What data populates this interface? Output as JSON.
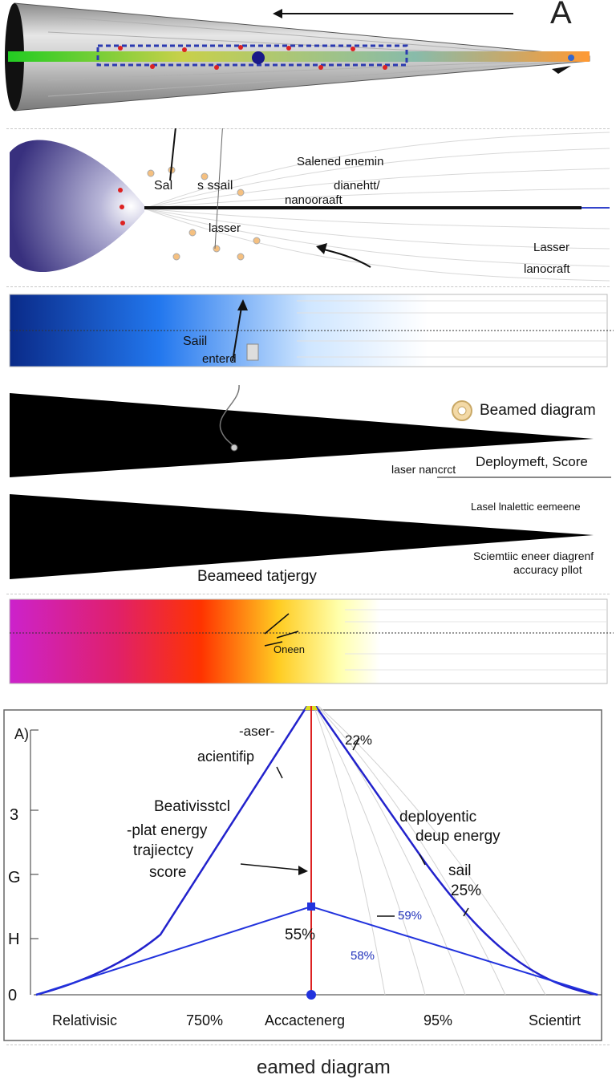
{
  "panel_a": {
    "corner_letter": "A"
  },
  "panel_b": {
    "labels": [
      "Salened enemin",
      "dianehtt/",
      "nanooraaft",
      "Sal",
      "s ssail",
      "lasser",
      "Lasser",
      "lanocraft"
    ]
  },
  "panel_c": {
    "labels": [
      "Saiil",
      "enterd"
    ]
  },
  "panel_d": {
    "labels": [
      "Beamed diagram",
      "laser nancrct",
      "Deploymeft, Score"
    ],
    "icon": "gear-icon"
  },
  "panel_e": {
    "labels": [
      "Lasel lnalettic eemeene",
      "Sciemtiic eneer diagrenf",
      "accuracy pllot",
      "Beameed tatjergy"
    ]
  },
  "panel_f": {
    "labels": [
      "Oneen"
    ]
  },
  "chart_data": {
    "type": "diagram",
    "y_tick_labels": [
      "A)",
      "3",
      "G",
      "H",
      "0"
    ],
    "x_tick_labels": [
      "Relativisic",
      "750%",
      "Accactenerg",
      "95%",
      "Scientirt"
    ],
    "annotations": [
      "-aser-",
      "acientifip",
      "22%",
      "Beativisstcl",
      "-plat energy",
      "trajiectcy",
      "score",
      "deployentic",
      "deup energy",
      "sail",
      "25%",
      "55%",
      "59%",
      "58%"
    ],
    "colors": {
      "outer_curve": "#2222cc",
      "axis_line": "#dd2222",
      "marker": "#2233dd"
    }
  },
  "footer": {
    "caption": "eamed diagram"
  }
}
